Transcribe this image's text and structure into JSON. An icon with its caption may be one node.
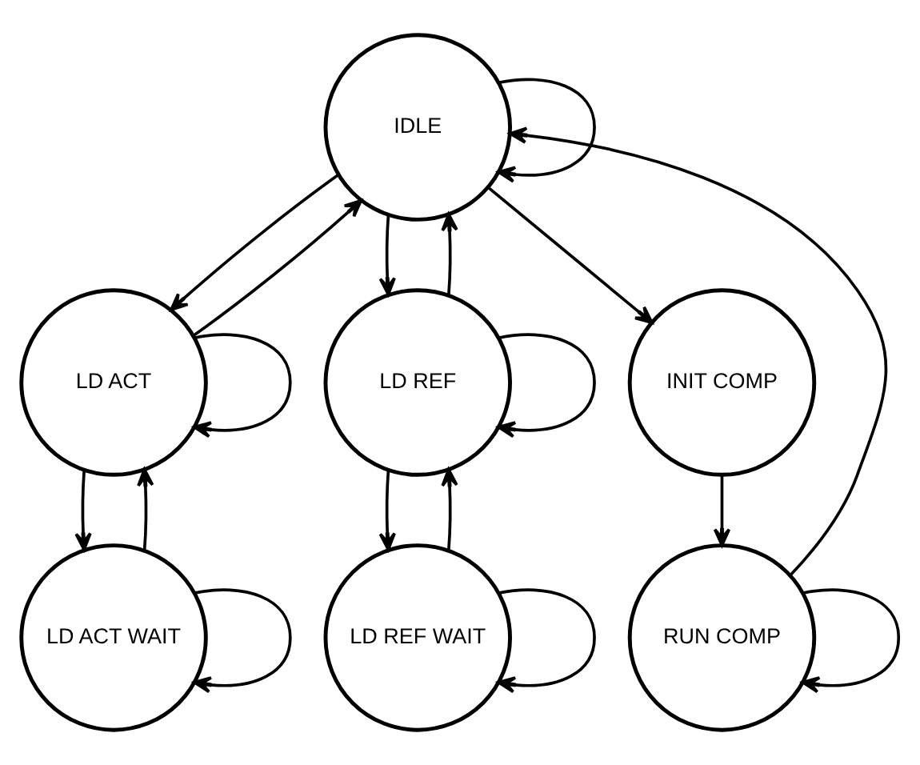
{
  "diagram": {
    "nodes": [
      {
        "text": [
          "IDLE"
        ]
      },
      {
        "text": [
          "LD ACT"
        ]
      },
      {
        "text": [
          "LD REF"
        ]
      },
      {
        "text": [
          "INIT COMP"
        ]
      },
      {
        "text": [
          "LD ACT WAIT"
        ]
      },
      {
        "text": [
          "LD REF WAIT"
        ]
      },
      {
        "text": [
          "RUN COMP"
        ]
      }
    ],
    "edges": [
      {
        "from": 0,
        "to": 0,
        "arrow": "to"
      },
      {
        "from": 6,
        "to": 0,
        "arrow": "to"
      },
      {
        "from": 1,
        "to": 0,
        "arrow": "to"
      },
      {
        "from": 0,
        "to": 1,
        "arrow": "to"
      },
      {
        "from": 0,
        "to": 2,
        "arrow": "to"
      },
      {
        "from": 2,
        "to": 0,
        "arrow": "to"
      },
      {
        "from": 0,
        "to": 3,
        "arrow": "to"
      },
      {
        "from": 1,
        "to": 1,
        "arrow": "to"
      },
      {
        "from": 2,
        "to": 2,
        "arrow": "to"
      },
      {
        "from": 1,
        "to": 4,
        "arrow": "to"
      },
      {
        "from": 4,
        "to": 1,
        "arrow": "to"
      },
      {
        "from": 2,
        "to": 5,
        "arrow": "to"
      },
      {
        "from": 5,
        "to": 2,
        "arrow": "to"
      },
      {
        "from": 3,
        "to": 6,
        "arrow": "to"
      },
      {
        "from": 4,
        "to": 4,
        "arrow": "to"
      },
      {
        "from": 5,
        "to": 5,
        "arrow": "to"
      },
      {
        "from": 6,
        "to": 6,
        "arrow": "to"
      }
    ]
  }
}
